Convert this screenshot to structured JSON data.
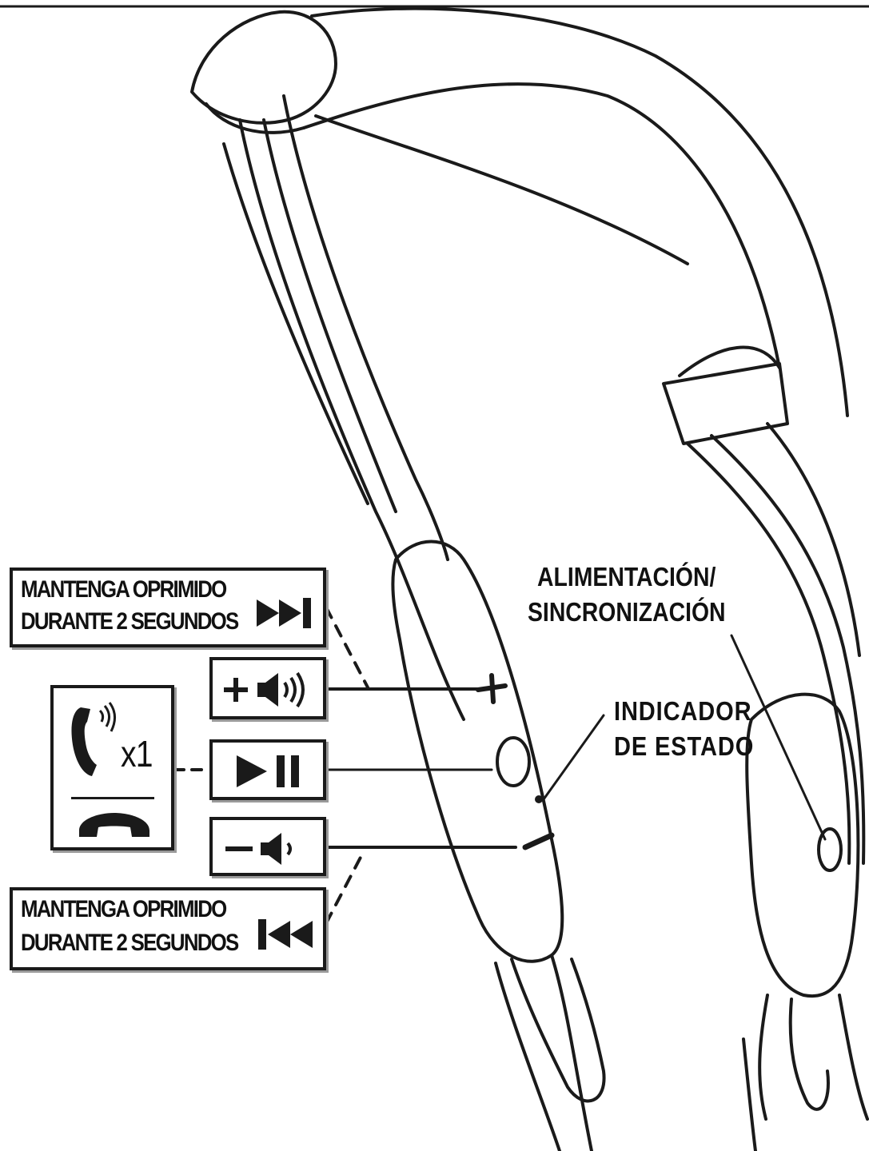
{
  "diagram": {
    "hold_label": {
      "line1": "MANTENGA OPRIMIDO",
      "line2": "DURANTE 2 SEGUNDOS"
    },
    "call_multiplier": "x1",
    "power_label": {
      "line1": "ALIMENTACIÓN/",
      "line2": "SINCRONIZACIÓN"
    },
    "status_label": {
      "line1": "INDICADOR",
      "line2": "DE ESTADO"
    },
    "icons": {
      "next": "next-track-icon",
      "vol_up": "volume-up-icon",
      "play_pause": "play-pause-icon",
      "vol_down": "volume-down-icon",
      "prev": "previous-track-icon",
      "answer": "phone-ringing-icon",
      "end": "phone-hangup-icon"
    },
    "colors": {
      "ink": "#1a1a1a",
      "paper": "#ffffff",
      "shadow": "#9a9a9a"
    }
  }
}
